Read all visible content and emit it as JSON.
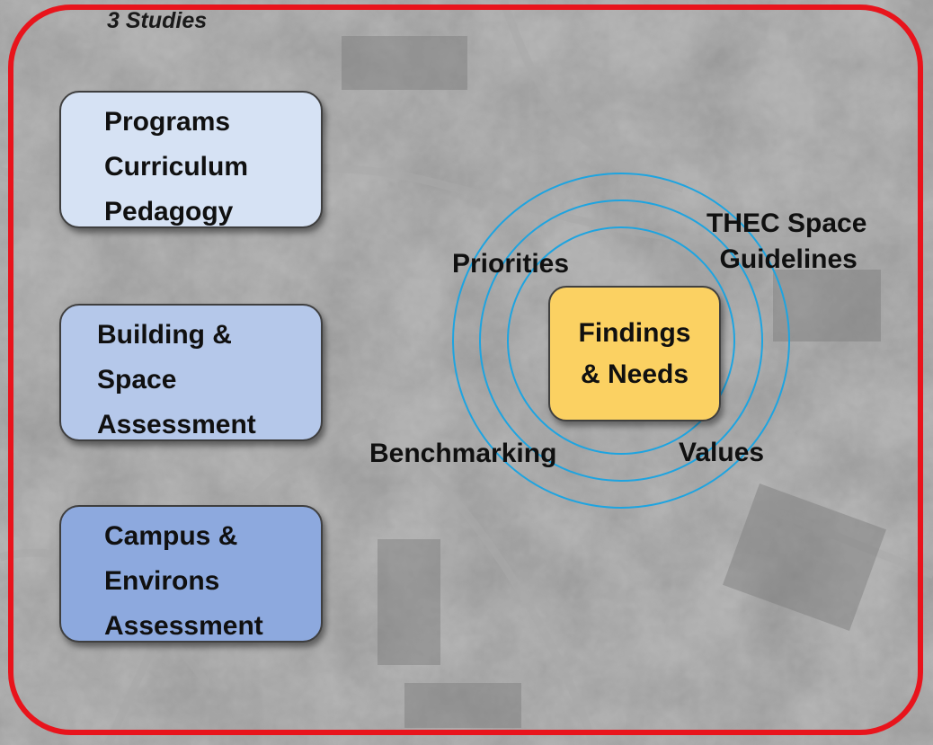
{
  "header": {
    "subtitle": "3 Studies"
  },
  "studies": [
    {
      "lines": [
        "Programs",
        "Curriculum",
        "Pedagogy"
      ],
      "color": "#d6e2f4"
    },
    {
      "lines": [
        "Building &",
        "Space",
        "Assessment"
      ],
      "color": "#b5c8ea"
    },
    {
      "lines": [
        "Campus &",
        "Environs",
        "Assessment"
      ],
      "color": "#8da9de"
    }
  ],
  "center": {
    "lines": [
      "Findings",
      "& Needs"
    ],
    "color": "#fbd162"
  },
  "ring_labels": {
    "priorities": "Priorities",
    "thec_line1": "THEC Space",
    "thec_line2": "Guidelines",
    "benchmarking": "Benchmarking",
    "values": "Values"
  },
  "colors": {
    "frame_border": "#e8141c",
    "ring_stroke": "#1ea4e0",
    "background": "#8e8e8e"
  }
}
